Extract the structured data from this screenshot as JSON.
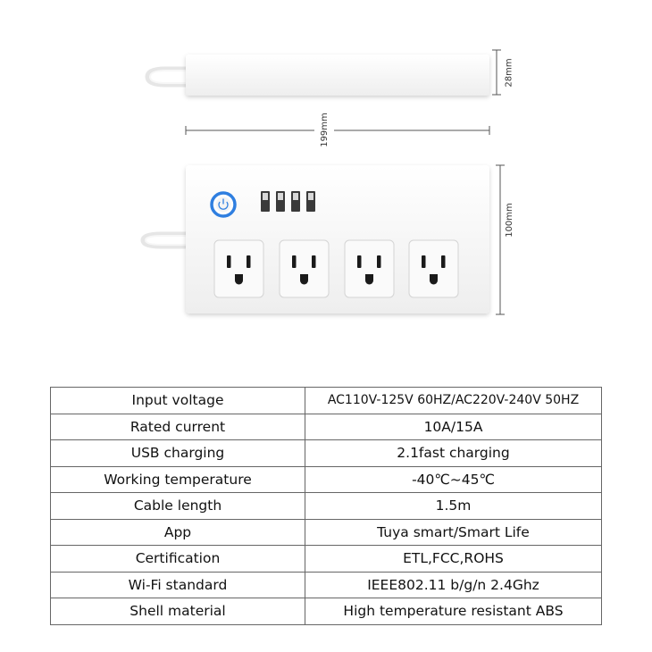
{
  "dimensions": {
    "height_label": "28mm",
    "width_label": "199mm",
    "depth_label": "100mm"
  },
  "specs": [
    {
      "label": "Input voltage",
      "value": "AC110V-125V 60HZ/AC220V-240V 50HZ"
    },
    {
      "label": "Rated current",
      "value": "10A/15A"
    },
    {
      "label": "USB charging",
      "value": "2.1fast charging"
    },
    {
      "label": "Working temperature",
      "value": "-40℃~45℃"
    },
    {
      "label": "Cable length",
      "value": "1.5m"
    },
    {
      "label": "App",
      "value": "Tuya smart/Smart Life"
    },
    {
      "label": "Certification",
      "value": "ETL,FCC,ROHS"
    },
    {
      "label": "Wi-Fi standard",
      "value": "IEEE802.11 b/g/n 2.4Ghz"
    },
    {
      "label": "Shell material",
      "value": "High temperature resistant ABS"
    }
  ],
  "colors": {
    "power_ring": "#2f7fe0",
    "table_border": "#666666"
  }
}
